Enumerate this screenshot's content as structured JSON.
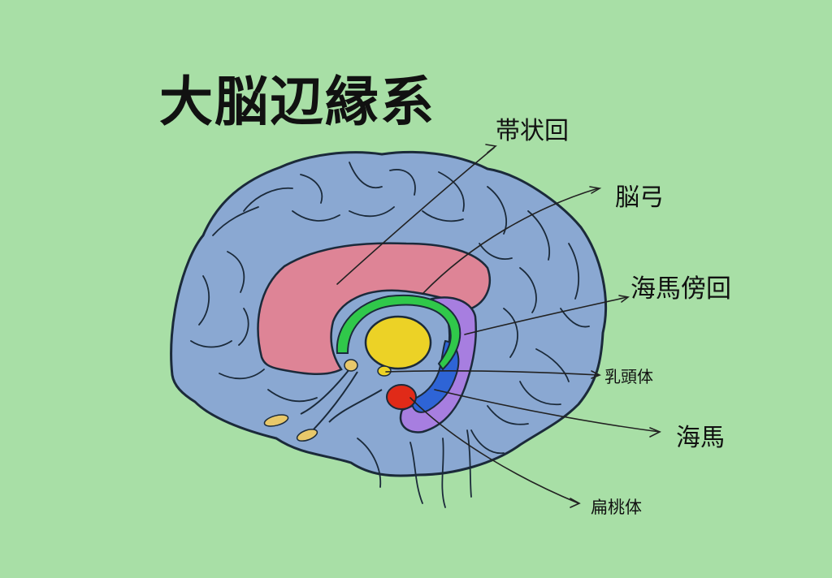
{
  "title": "大脳辺縁系",
  "labels": {
    "cingulate": "帯状回",
    "fornix": "脳弓",
    "parahippocampal": "海馬傍回",
    "mammillary": "乳頭体",
    "hippocampus": "海馬",
    "amygdala": "扁桃体"
  },
  "colors": {
    "background": "#a8dfa6",
    "brain": "#8aa8d2",
    "cingulate": "#de8496",
    "fornix": "#30c84a",
    "thalamus": "#ecd226",
    "parahippocampal": "#a77ee0",
    "hippocampus": "#2e64d6",
    "amygdala": "#e02a18",
    "olfactory": "#e8c86a"
  }
}
